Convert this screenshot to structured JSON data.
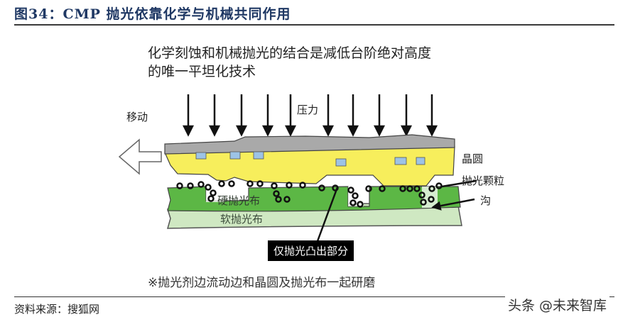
{
  "header": {
    "title": "图34：CMP 抛光依靠化学与机械共同作用"
  },
  "diagram": {
    "headline_line1": "化学刻蚀和机械抛光的结合是减低台阶绝对高度",
    "headline_line2": "的唯一平坦化技术",
    "labels": {
      "move": "移动",
      "pressure": "压力",
      "wafer": "晶圆",
      "abrasive_particles": "抛光颗粒",
      "groove": "沟",
      "hard_pad": "硬抛光布",
      "soft_pad": "软抛光布",
      "callout": "仅抛光凸出部分"
    },
    "note": "※抛光剂边流动边和晶圆及抛光布一起研磨",
    "arrow_count": 10,
    "colors": {
      "wafer": "#a9a9a9",
      "oxide_layer": "#f7ee5c",
      "metal_plugs": "#9dc3e6",
      "hard_pad": "#5cb745",
      "soft_pad": "#cfe8c2"
    }
  },
  "footer": {
    "source": "资料来源：搜狐网",
    "watermark": "头条 @未来智库"
  }
}
